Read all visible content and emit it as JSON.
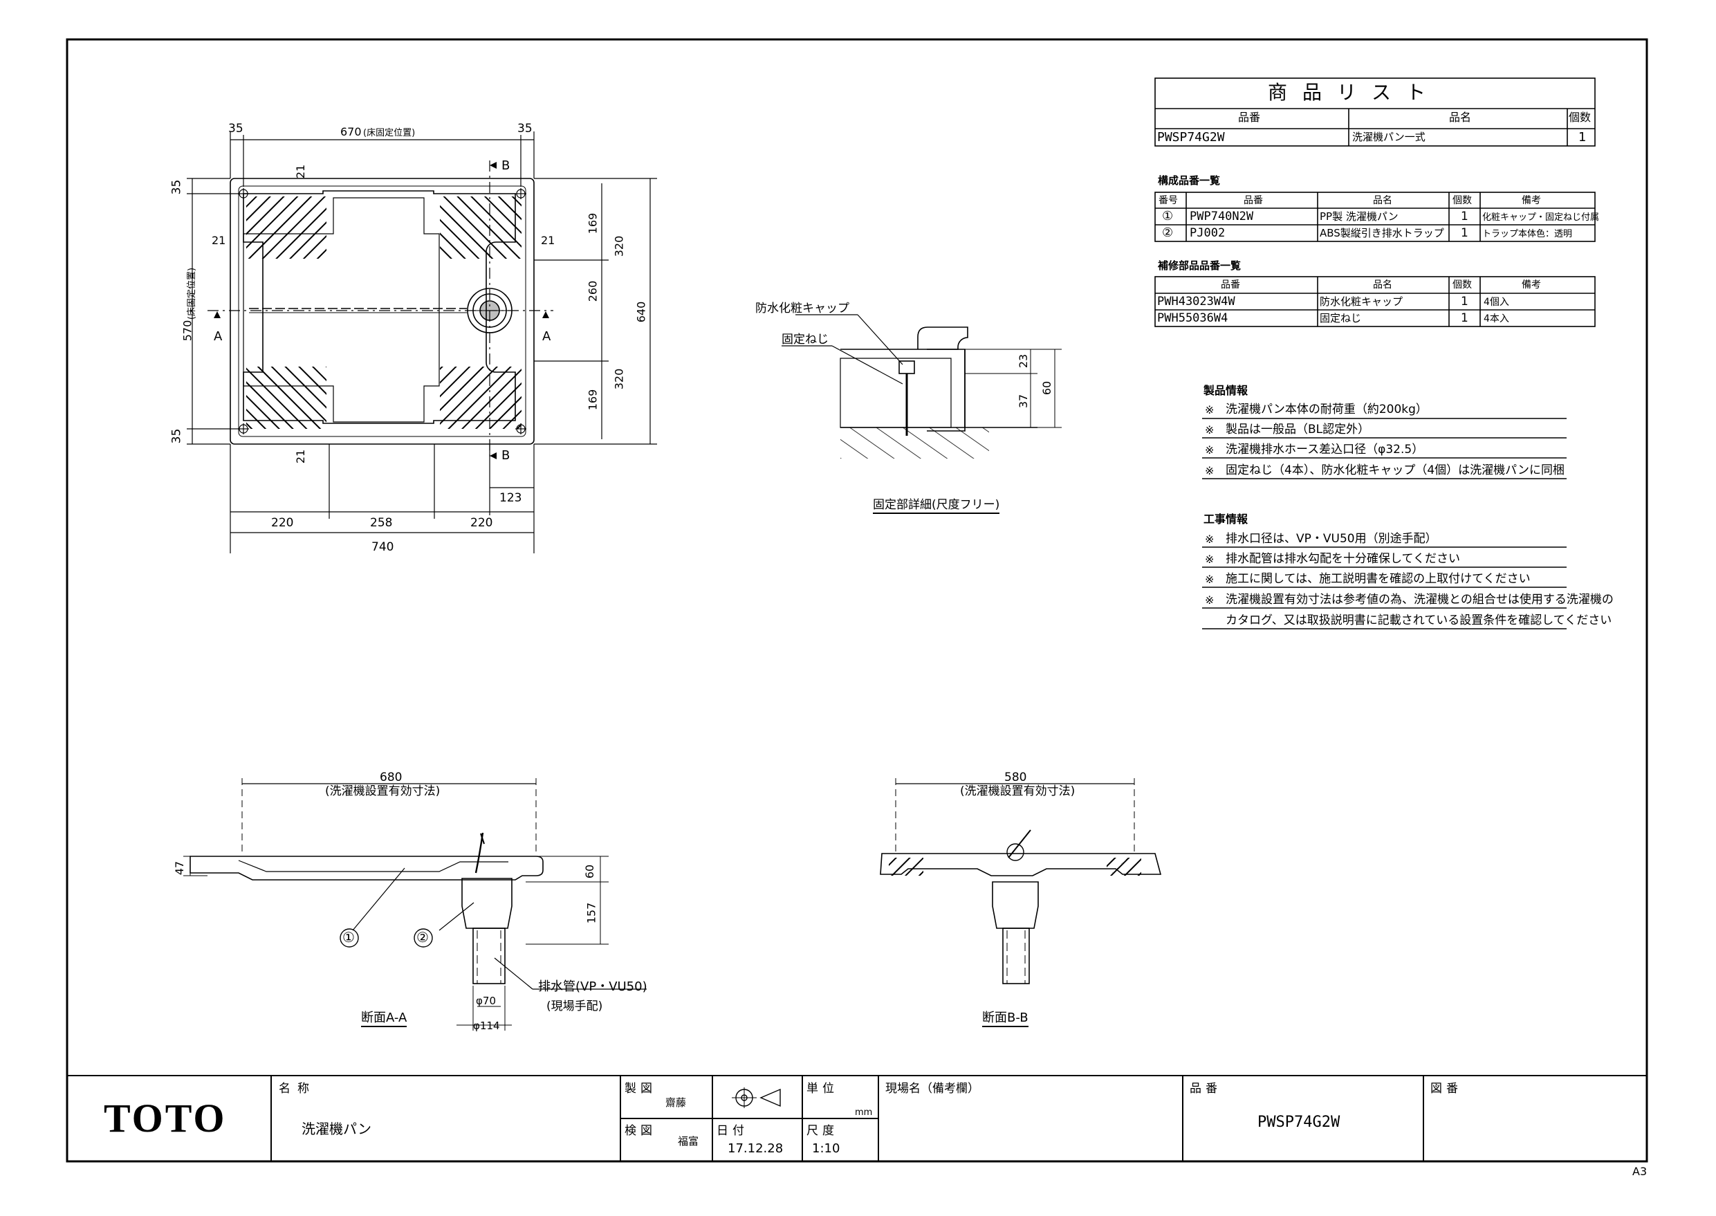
{
  "product_list": {
    "title": "商品リスト",
    "headers": [
      "品番",
      "品名",
      "個数"
    ],
    "row": {
      "code": "PWSP74G2W",
      "name": "洗濯機パン一式",
      "qty": "1"
    }
  },
  "components": {
    "title": "構成品番一覧",
    "headers": [
      "番号",
      "品番",
      "品名",
      "個数",
      "備考"
    ],
    "rows": [
      {
        "no": "①",
        "code": "PWP740N2W",
        "name": "PP製 洗濯機パン",
        "qty": "1",
        "note": "化粧キャップ・固定ねじ付属"
      },
      {
        "no": "②",
        "code": "PJ002",
        "name": "ABS製縦引き排水トラップ",
        "qty": "1",
        "note": "トラップ本体色：透明"
      }
    ]
  },
  "repair_parts": {
    "title": "補修部品品番一覧",
    "headers": [
      "品番",
      "品名",
      "個数",
      "備考"
    ],
    "rows": [
      {
        "code": "PWH43023W4W",
        "name": "防水化粧キャップ",
        "qty": "1",
        "note": "4個入"
      },
      {
        "code": "PWH55036W4",
        "name": "固定ねじ",
        "qty": "1",
        "note": "4本入"
      }
    ]
  },
  "product_info": {
    "title": "製品情報",
    "items": [
      "洗濯機パン本体の耐荷重（約200kg）",
      "製品は一般品（BL認定外）",
      "洗濯機排水ホース差込口径（φ32.5）",
      "固定ねじ（4本）、防水化粧キャップ（4個）は洗濯機パンに同梱"
    ]
  },
  "work_info": {
    "title": "工事情報",
    "items": [
      "排水口径は、VP・VU50用（別途手配）",
      "排水配管は排水勾配を十分確保してください",
      "施工に関しては、施工説明書を確認の上取付けてください",
      "洗濯機設置有効寸法は参考値の為、洗濯機との組合せは使用する洗濯機の",
      "カタログ、又は取扱説明書に記載されている設置条件を確認してください"
    ],
    "bullet": "※"
  },
  "plan_view": {
    "dims_top": [
      "35",
      "670",
      "(床固定位置)",
      "35"
    ],
    "dims_left": [
      "35",
      "570",
      "(床固定位置)",
      "35"
    ],
    "dims_right": [
      "169",
      "320",
      "260",
      "640",
      "320",
      "169"
    ],
    "dims_bottom": [
      "220",
      "258",
      "220",
      "740",
      "123"
    ],
    "dim_21": "21",
    "section_a": "A",
    "section_b": "B"
  },
  "fixing_detail": {
    "label_cap": "防水化粧キャップ",
    "label_screw": "固定ねじ",
    "dims": [
      "23",
      "37",
      "60"
    ],
    "caption": "固定部詳細(尺度フリー)"
  },
  "section_aa": {
    "width": "680",
    "width_note": "(洗濯機設置有効寸法)",
    "dims": [
      "47",
      "60",
      "157"
    ],
    "pipe_outer": "φ114",
    "pipe_inner": "φ70",
    "pipe_label": "排水管(VP・VU50)",
    "pipe_note": "(現場手配)",
    "callouts": [
      "①",
      "②"
    ],
    "caption": "断面A-A"
  },
  "section_bb": {
    "width": "580",
    "width_note": "(洗濯機設置有効寸法)",
    "caption": "断面B-B"
  },
  "title_block": {
    "logo": "TOTO",
    "name_label": "名称",
    "name": "洗濯機パン",
    "drawn_label": "製図",
    "drawn_by": "齋藤",
    "checked_label": "検図",
    "checked_by": "福富",
    "date_label": "日付",
    "date": "17.12.28",
    "unit_label": "単位",
    "unit": "mm",
    "scale_label": "尺度",
    "scale": "1:10",
    "site_label": "現場名（備考欄）",
    "part_label": "品番",
    "part_no": "PWSP74G2W",
    "drawing_label": "図番",
    "sheet_size": "A3"
  }
}
